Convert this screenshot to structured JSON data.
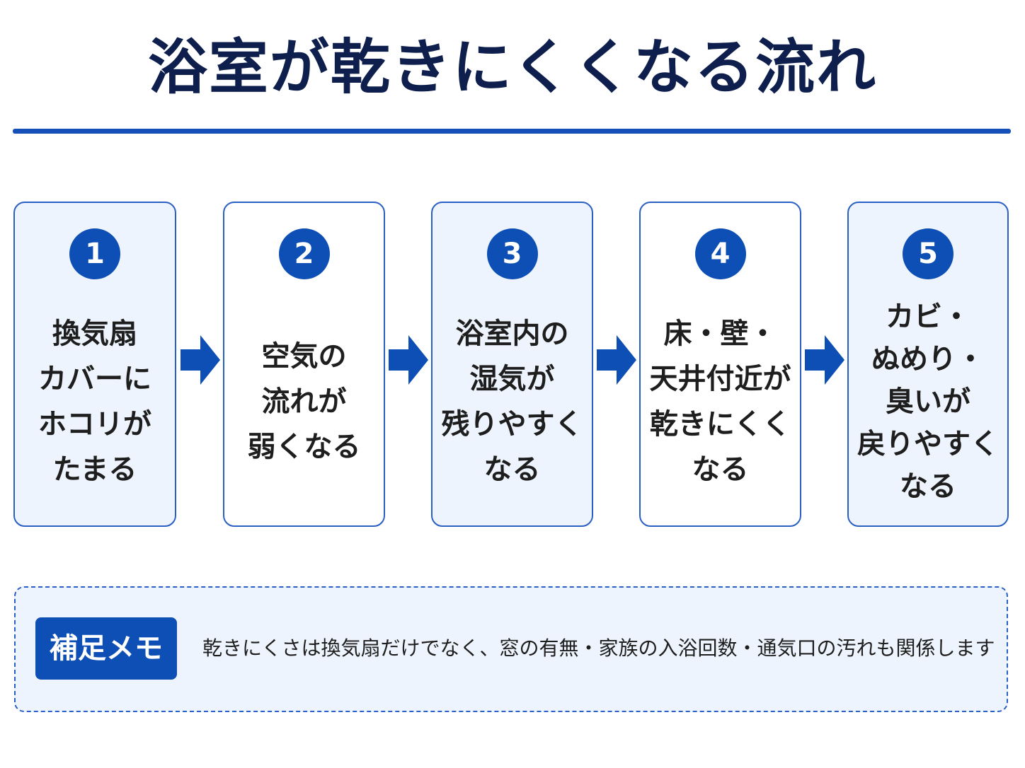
{
  "title": "浴室が乾きにくくなる流れ",
  "colors": {
    "accent": "#0d4fb5",
    "title": "#0e1f4d",
    "card_border": "#2a5fc4",
    "card_tint": "#eef4fd"
  },
  "steps": [
    {
      "number": "1",
      "text": "換気扇\nカバーに\nホコリが\nたまる"
    },
    {
      "number": "2",
      "text": "空気の\n流れが\n弱くなる"
    },
    {
      "number": "3",
      "text": "浴室内の\n湿気が\n残りやすく\nなる"
    },
    {
      "number": "4",
      "text": "床・壁・\n天井付近が\n乾きにくく\nなる"
    },
    {
      "number": "5",
      "text": "カビ・\nぬめり・\n臭いが\n戻りやすく\nなる"
    }
  ],
  "memo": {
    "label": "補足メモ",
    "text": "乾きにくさは換気扇だけでなく、窓の有無・家族の入浴回数・通気口の汚れも関係します"
  }
}
